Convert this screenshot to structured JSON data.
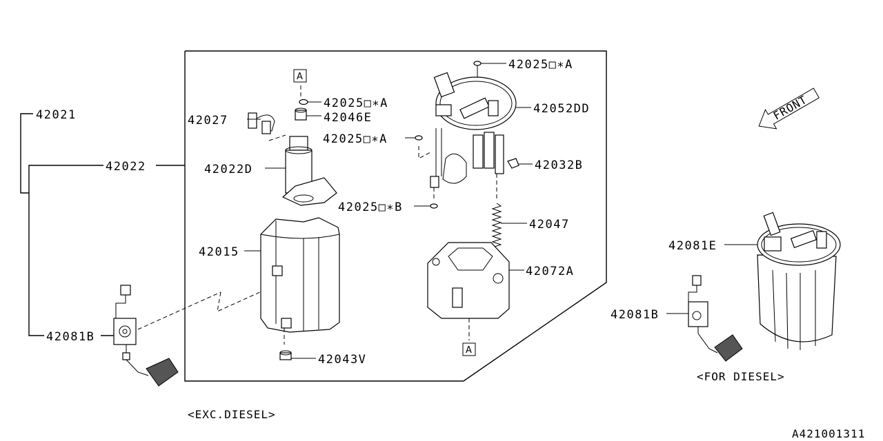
{
  "labels": {
    "p42021": "42021",
    "p42022": "42022",
    "p42081B_left": "42081B",
    "p42027": "42027",
    "p42022D": "42022D",
    "p42015": "42015",
    "p42043V": "42043V",
    "p42025A_1": "42025□∗A",
    "p42046E": "42046E",
    "p42025A_2": "42025□∗A",
    "p42025B": "42025□∗B",
    "p42025A_3": "42025□∗A",
    "p42052DD": "42052DD",
    "p42032B": "42032B",
    "p42047": "42047",
    "p42072A": "42072A",
    "p42081E": "42081E",
    "p42081B_right": "42081B"
  },
  "ref_marks": {
    "top": "A",
    "bottom": "A"
  },
  "captions": {
    "exc_diesel": "<EXC.DIESEL>",
    "for_diesel": "<FOR DIESEL>",
    "front": "FRONT",
    "diagram_id": "A421001311"
  }
}
